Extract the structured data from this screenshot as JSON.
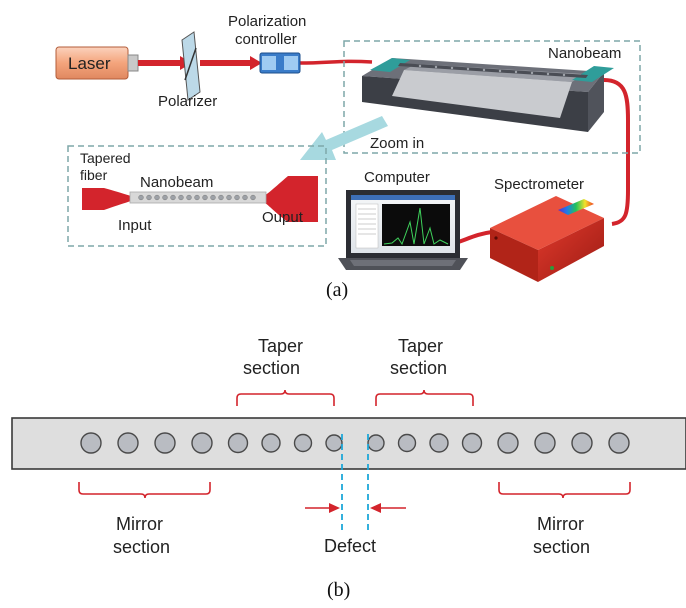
{
  "panel_a": {
    "caption": "(a)",
    "laser_label": "Laser",
    "polarizer_label": "Polarizer",
    "polarization_controller_label": [
      "Polarization",
      "controller"
    ],
    "nanobeam_label": "Nanobeam",
    "zoom_label": "Zoom in",
    "computer_label": "Computer",
    "spectrometer_label": "Spectrometer",
    "inset": {
      "tapered_fiber_label": [
        "Tapered",
        "fiber"
      ],
      "nanobeam_label": "Nanobeam",
      "input_label": "Input",
      "output_label": "Ouput"
    }
  },
  "panel_b": {
    "caption": "(b)",
    "taper_left_label": [
      "Taper",
      "section"
    ],
    "taper_right_label": [
      "Taper",
      "section"
    ],
    "mirror_left_label": [
      "Mirror",
      "section"
    ],
    "mirror_right_label": [
      "Mirror",
      "section"
    ],
    "defect_label": "Defect"
  },
  "colors": {
    "fiber": "#d3242c",
    "laser_body": "#f4a47c",
    "dashed_box": "#7fa7a9",
    "zoom_arrow": "#a7d9e0",
    "beam_fill": "#dedede",
    "hole_fill": "#b9bcc2",
    "defect_line": "#1ea7d8",
    "bracket": "#d3242c"
  }
}
